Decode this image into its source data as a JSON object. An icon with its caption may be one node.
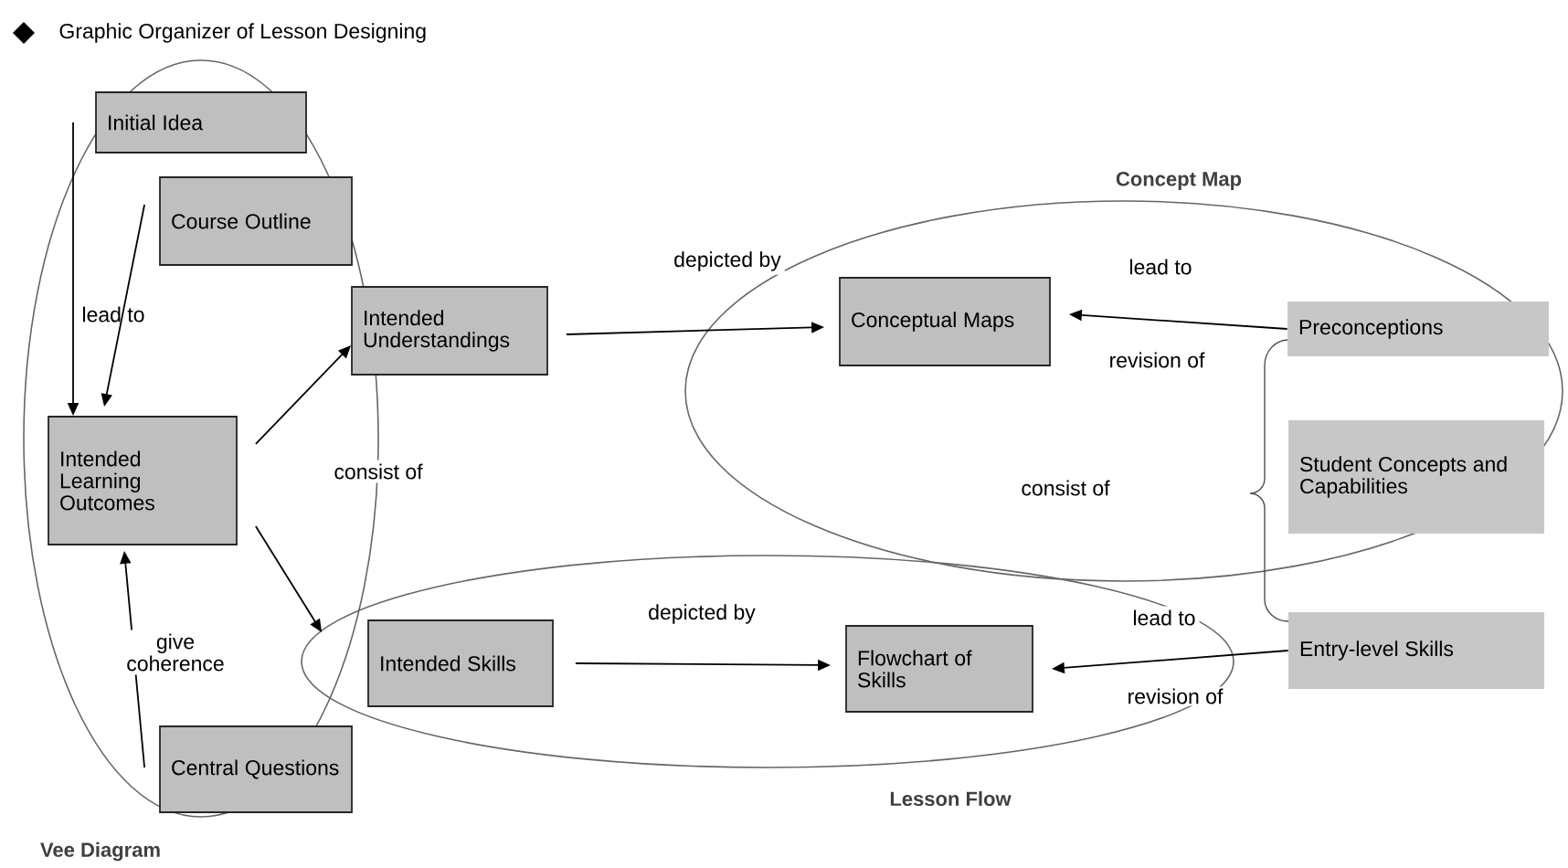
{
  "diagram": {
    "title": "Graphic Organizer of Lesson Designing",
    "nodes": [
      {
        "text": [
          "Initial Idea"
        ]
      },
      {
        "text": [
          "Course Outline"
        ]
      },
      {
        "text": [
          "Intended Learning Outcomes"
        ]
      },
      {
        "text": [
          "Intended Understandings"
        ]
      },
      {
        "text": [
          "Conceptual Maps"
        ]
      },
      {
        "text": [
          "Preconceptions"
        ]
      },
      {
        "text": [
          "Student Concepts and Capabilities"
        ]
      },
      {
        "text": [
          "Entry-level Skills"
        ]
      },
      {
        "text": [
          "Intended Skills"
        ]
      },
      {
        "text": [
          "Flowchart of Skills"
        ]
      },
      {
        "text": [
          "Central Questions"
        ]
      }
    ],
    "edges": [
      {
        "from": 0,
        "to": 2,
        "arrow": "to",
        "label": "lead to"
      },
      {
        "from": 1,
        "to": 2,
        "arrow": "to"
      },
      {
        "from": 2,
        "to": 3,
        "arrow": "to",
        "label": "consist of"
      },
      {
        "from": 2,
        "to": 8,
        "arrow": "to"
      },
      {
        "from": 10,
        "to": 2,
        "arrow": "to",
        "label": "give coherence"
      },
      {
        "from": 3,
        "to": 4,
        "arrow": "to",
        "label": "depicted by"
      },
      {
        "from": 5,
        "to": 4,
        "arrow": "to",
        "label": "lead to"
      },
      {
        "from": 8,
        "to": 9,
        "arrow": "to",
        "label": "depicted by"
      },
      {
        "from": 7,
        "to": 9,
        "arrow": "to",
        "label": "lead to"
      }
    ],
    "labels": [
      "Concept Map",
      "revision of",
      "consist of",
      "revision of",
      "Lesson Flow",
      "Vee Diagram"
    ]
  }
}
